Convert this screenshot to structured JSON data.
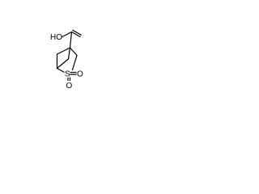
{
  "molecule": {
    "labels": {
      "hydroxyl": "HO",
      "sulfur": "S",
      "oxygen_right": "O",
      "oxygen_bottom": "O"
    }
  }
}
